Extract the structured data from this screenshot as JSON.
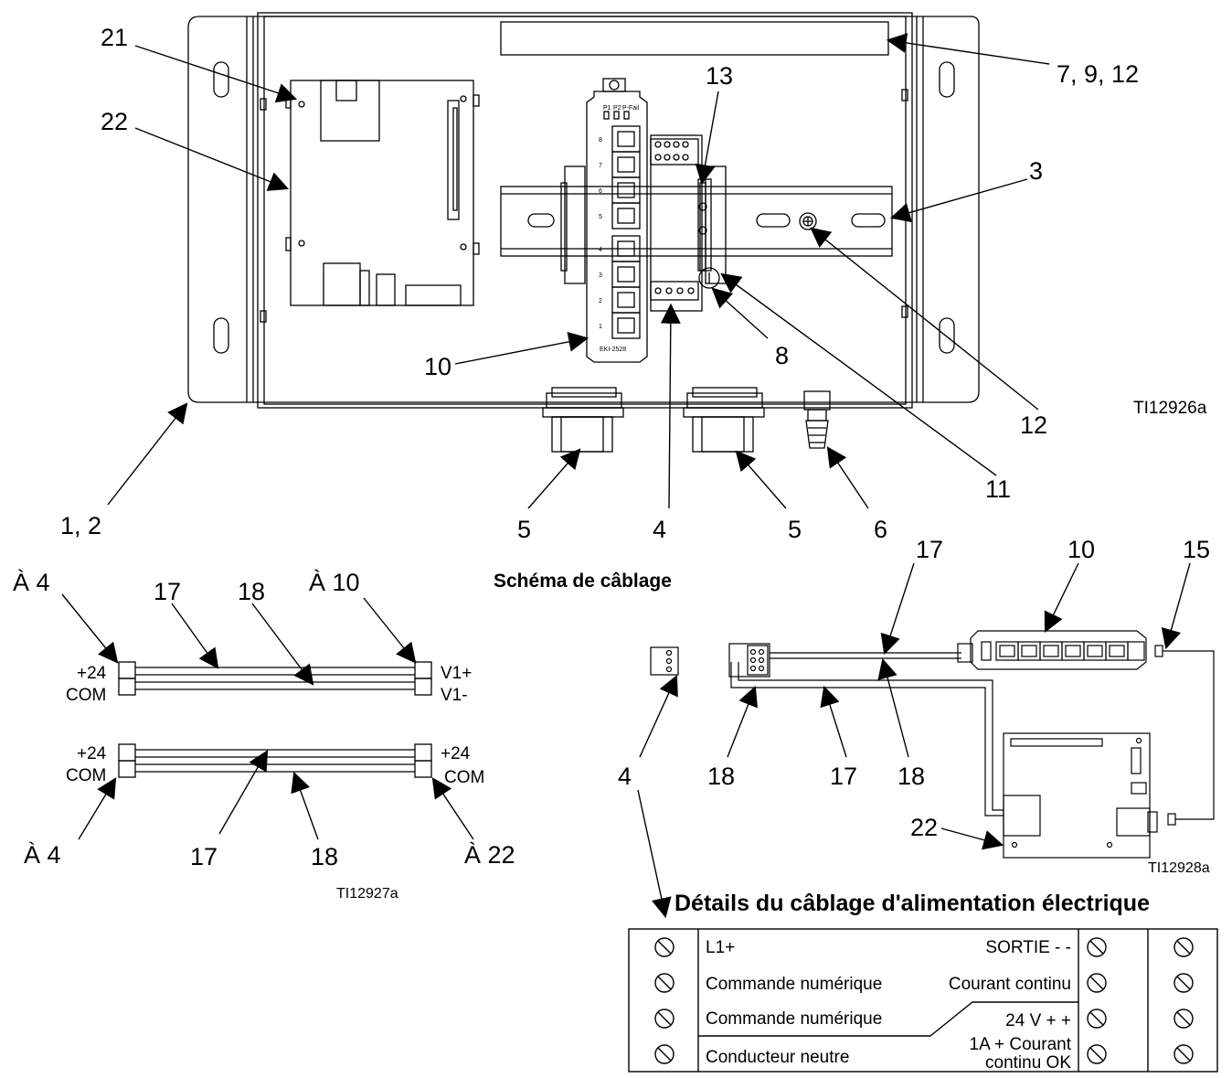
{
  "figure1": {
    "callouts": {
      "c21": "21",
      "c22": "22",
      "c13": "13",
      "c7912": "7, 9, 12",
      "c3": "3",
      "c10": "10",
      "c8": "8",
      "c12": "12",
      "c11": "11",
      "c12a": "1, 2",
      "c5a": "5",
      "c4": "4",
      "c5b": "5",
      "c6": "6"
    },
    "switch_model": "EKI-2528",
    "switch_leds": [
      "P1",
      "P2",
      "P-Fail"
    ],
    "port_numbers": [
      "8",
      "7",
      "6",
      "5",
      "4",
      "3",
      "2",
      "1"
    ],
    "ref": "TI12926a"
  },
  "wiring": {
    "title": "Schéma de câblage",
    "cable1": {
      "left_arrow": "À 4",
      "right_arrow": "À 10",
      "c17": "17",
      "c18": "18",
      "left_top": "+24",
      "left_bottom": "COM",
      "right_top": "V1+",
      "right_bottom": "V1-"
    },
    "cable2": {
      "left_arrow": "À 4",
      "right_arrow": "À 22",
      "c17": "17",
      "c18": "18",
      "left_top": "+24",
      "left_bottom": "COM",
      "right_top": "+24",
      "right_bottom": "COM"
    },
    "ref": "TI12927a"
  },
  "figure3": {
    "callouts": {
      "c17a": "17",
      "c10": "10",
      "c15": "15",
      "c4": "4",
      "c18a": "18",
      "c17b": "17",
      "c18b": "18",
      "c22": "22"
    },
    "ref": "TI12928a"
  },
  "power": {
    "title": "Détails du câblage d'alimentation électrique",
    "rows": [
      {
        "left": "L1+",
        "right": "SORTIE - -"
      },
      {
        "left": "Commande numérique",
        "right": "Courant continu"
      },
      {
        "left": "Commande numérique",
        "right": "24 V + +"
      },
      {
        "left": "Conducteur neutre",
        "right_line1": "1A + Courant",
        "right_line2": "continu OK"
      }
    ]
  }
}
